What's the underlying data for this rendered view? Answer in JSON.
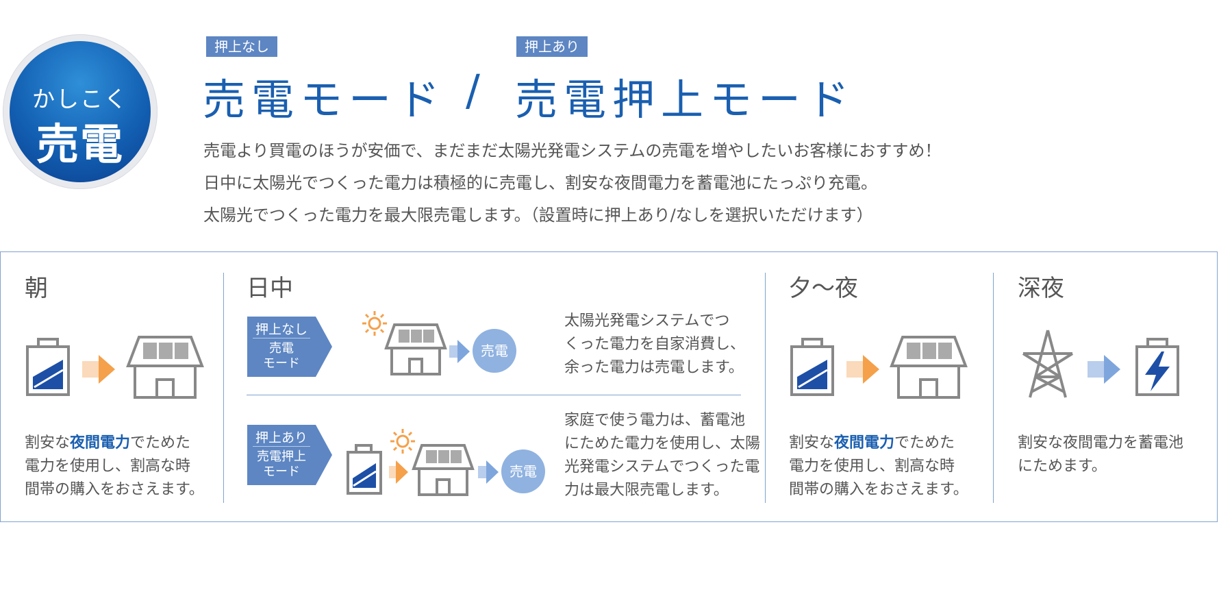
{
  "badge": {
    "line1": "かしこく",
    "line2": "売電"
  },
  "tags": {
    "left": "押上なし",
    "right": "押上あり"
  },
  "title": {
    "left": "売電モード",
    "sep": "/",
    "right": "売電押上モード"
  },
  "lead": [
    "売電より買電のほうが安価で、まだまだ太陽光発電システムの売電を増やしたいお客様におすすめ！",
    "日中に太陽光でつくった電力は積極的に売電し、割安な夜間電力を蓄電池にたっぷり充電。",
    "太陽光でつくった電力を最大限売電します。（設置時に押上あり/なしを選択いただけます）"
  ],
  "columns": {
    "morning": {
      "heading": "朝",
      "desc_pre": "割安な",
      "desc_hl": "夜間電力",
      "desc_post": "でためた",
      "desc_line2": "電力を使用し、割高な時",
      "desc_line3": "間帯の購入をおさえます。"
    },
    "daytime": {
      "heading": "日中",
      "row1": {
        "tag_top": "押上なし",
        "tag_line1": "売電",
        "tag_line2": "モード",
        "circle": "売電",
        "desc": [
          "太陽光発電システムでつ",
          "くった電力を自家消費し、",
          "余った電力は売電します。"
        ]
      },
      "row2": {
        "tag_top": "押上あり",
        "tag_line1": "売電押上",
        "tag_line2": "モード",
        "circle": "売電",
        "desc": [
          "家庭で使う電力は、蓄電池",
          "にためた電力を使用し、太陽",
          "光発電システムでつくった電",
          "力は最大限売電します。"
        ]
      }
    },
    "evening": {
      "heading": "夕〜夜",
      "desc_pre": "割安な",
      "desc_hl": "夜間電力",
      "desc_post": "でためた",
      "desc_line2": "電力を使用し、割高な時",
      "desc_line3": "間帯の購入をおさえます。"
    },
    "midnight": {
      "heading": "深夜",
      "desc": [
        "割安な夜間電力を蓄電池",
        "にためます。"
      ]
    }
  },
  "colors": {
    "accent": "#1a5fb0",
    "tag": "#5d86c3",
    "border": "#7fa2cf",
    "arrow": "#f5a04a",
    "blue_arrow": "#7ea6dd"
  },
  "icons": [
    "battery-icon",
    "house-solar-icon",
    "sun-icon",
    "power-tower-icon",
    "lightning-icon",
    "arrow-right-icon"
  ]
}
